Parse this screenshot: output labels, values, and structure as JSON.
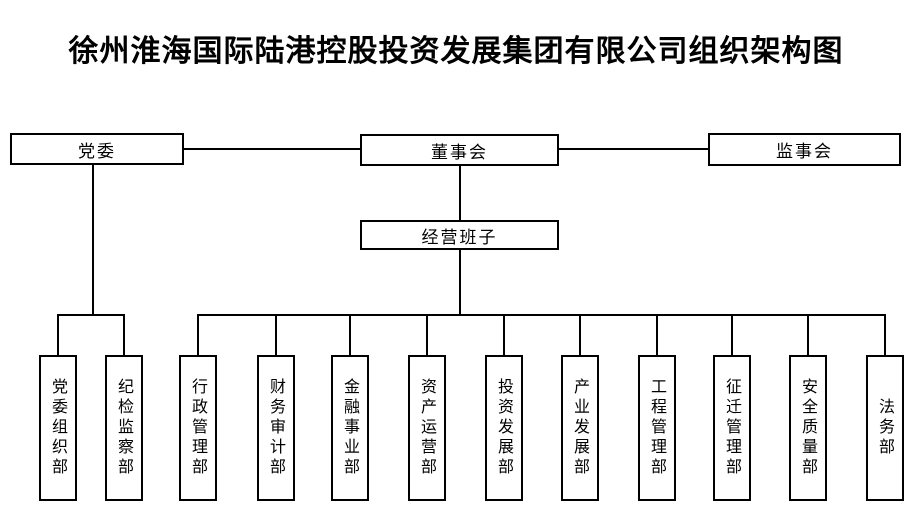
{
  "title": "徐州淮海国际陆港控股投资发展集团有限公司组织架构图",
  "top_row": {
    "party_committee": "党委",
    "board_of_directors": "董事会",
    "supervisory_board": "监事会"
  },
  "management_team": "经营班子",
  "departments": [
    "党委组织部",
    "纪检监察部",
    "行政管理部",
    "财务审计部",
    "金融事业部",
    "资产运营部",
    "投资发展部",
    "产业发展部",
    "工程管理部",
    "征迁管理部",
    "安全质量部",
    "法务部"
  ],
  "colors": {
    "line": "#000000",
    "background": "#ffffff",
    "text": "#000000"
  },
  "chart_data": {
    "type": "org-chart",
    "title": "徐州淮海国际陆港控股投资发展集团有限公司组织架构图",
    "nodes": [
      {
        "label": "党委",
        "parent": null
      },
      {
        "label": "董事会",
        "parent": null
      },
      {
        "label": "监事会",
        "parent": null
      },
      {
        "label": "经营班子",
        "parent": "董事会"
      },
      {
        "label": "党委组织部",
        "parent": "党委"
      },
      {
        "label": "纪检监察部",
        "parent": "党委"
      },
      {
        "label": "行政管理部",
        "parent": "经营班子"
      },
      {
        "label": "财务审计部",
        "parent": "经营班子"
      },
      {
        "label": "金融事业部",
        "parent": "经营班子"
      },
      {
        "label": "资产运营部",
        "parent": "经营班子"
      },
      {
        "label": "投资发展部",
        "parent": "经营班子"
      },
      {
        "label": "产业发展部",
        "parent": "经营班子"
      },
      {
        "label": "工程管理部",
        "parent": "经营班子"
      },
      {
        "label": "征迁管理部",
        "parent": "经营班子"
      },
      {
        "label": "安全质量部",
        "parent": "经营班子"
      },
      {
        "label": "法务部",
        "parent": "经营班子"
      }
    ]
  }
}
